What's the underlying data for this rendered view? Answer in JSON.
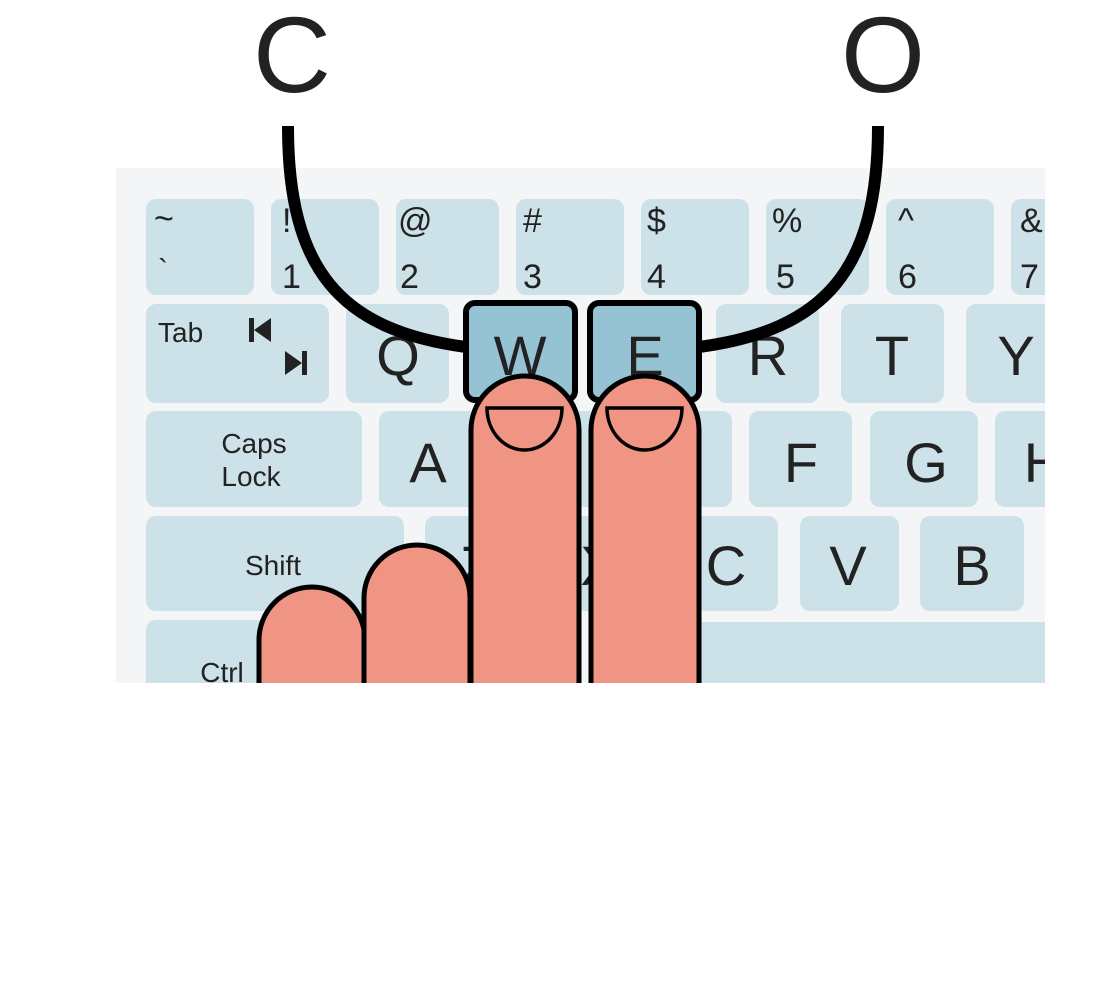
{
  "chord": {
    "left_letter": "C",
    "right_letter": "O",
    "pressed_keys": [
      "W",
      "E"
    ]
  },
  "keys": {
    "tilde": {
      "top": "~",
      "bottom": "`"
    },
    "k1": {
      "top": "!",
      "bottom": "1"
    },
    "k2": {
      "top": "@",
      "bottom": "2"
    },
    "k3": {
      "top": "#",
      "bottom": "3"
    },
    "k4": {
      "top": "$",
      "bottom": "4"
    },
    "k5": {
      "top": "%",
      "bottom": "5"
    },
    "k6": {
      "top": "^",
      "bottom": "6"
    },
    "k7": {
      "top": "&",
      "bottom": "7"
    },
    "tab": "Tab",
    "q": "Q",
    "w": "W",
    "e": "E",
    "r": "R",
    "t": "T",
    "y": "Y",
    "caps_line1": "Caps",
    "caps_line2": "Lock",
    "a": "A",
    "f": "F",
    "g": "G",
    "h": "H",
    "shift": "Shift",
    "z": "Z",
    "x": "X",
    "c": "C",
    "v": "V",
    "b": "B",
    "ctrl": "Ctrl"
  },
  "colors": {
    "key": "#cde1e8",
    "key_highlight": "#96c3d4",
    "keyboard_bg": "#f3f5f6",
    "finger": "#f09484",
    "outline": "#000000"
  },
  "icons": {
    "tab_back": "skip-back-icon",
    "tab_forward": "skip-forward-icon"
  }
}
